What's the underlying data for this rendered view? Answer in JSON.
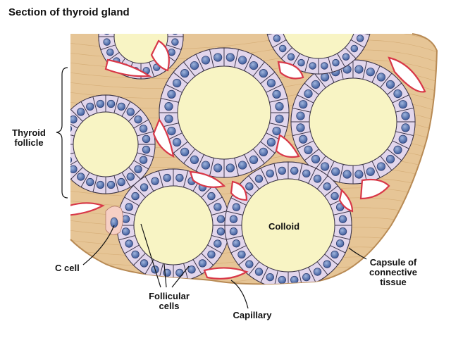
{
  "title": "Section of thyroid gland",
  "labels": {
    "thyroid_follicle": "Thyroid\nfollicle",
    "colloid": "Colloid",
    "c_cell": "C cell",
    "follicular_cells": "Follicular\ncells",
    "capillary": "Capillary",
    "capsule": "Capsule of\nconnective\ntissue"
  },
  "colors": {
    "colloid": "#f8f4c4",
    "cell_fill": "#e2d6ec",
    "cell_stroke": "#3a3346",
    "nucleus": "#5b78b5",
    "connective_tissue": "#e6c596",
    "connective_fiber": "#c89a5e",
    "capillary_wall": "#d83848",
    "c_cell": "#f6cfc4"
  }
}
